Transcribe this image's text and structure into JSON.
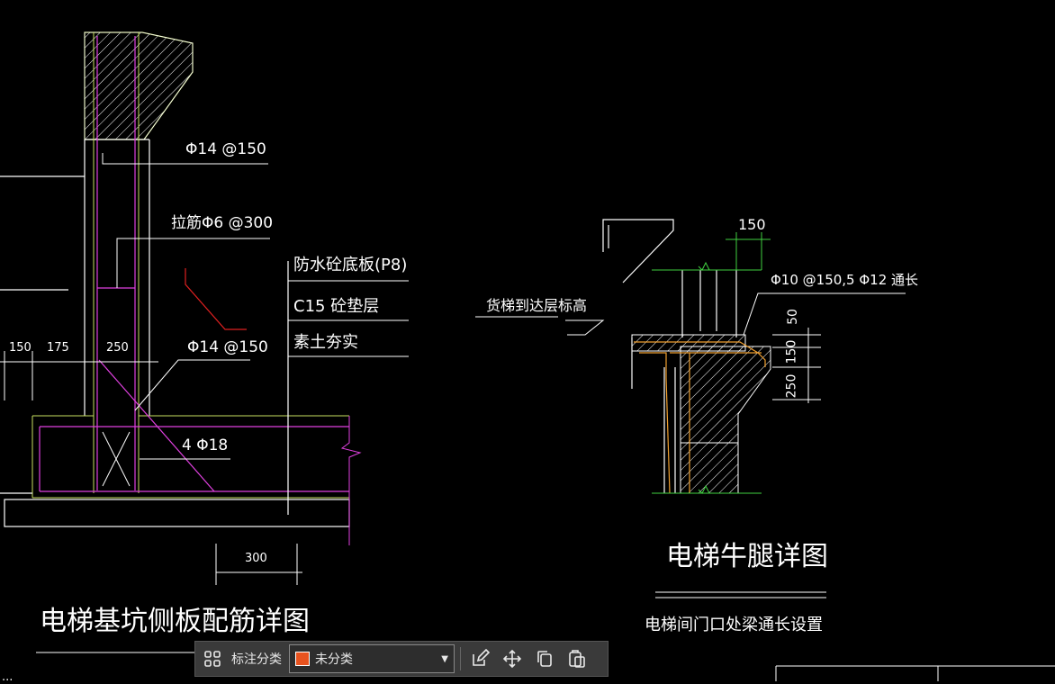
{
  "drawing": {
    "left_title": "电梯基坑侧板配筋详图",
    "right_title": "电梯牛腿详图",
    "right_note": "电梯间门口处梁通长设置",
    "bottom_note": "...",
    "labels": {
      "bar_top": "Φ14 @150",
      "tie_bar": "拉筋Φ6 @300",
      "waterproof": "防水砼底板(P8)",
      "cushion": "C15 砼垫层",
      "soil": "素土夯实",
      "bar_mid": "Φ14 @150",
      "bar_bottom": "4 Φ18",
      "dim_150_left": "150",
      "dim_175": "175",
      "dim_250_left": "250",
      "dim_300": "300",
      "arrival_level": "货梯到达层标高",
      "dim_150_top": "150",
      "beam_bar": "Φ10 @150,5 Φ12 通长",
      "dim_50": "50",
      "dim_150_right": "150",
      "dim_250_right": "250"
    }
  },
  "toolbar": {
    "category_label": "标注分类",
    "category_value": "未分类",
    "swatch_color": "#e8531f"
  }
}
